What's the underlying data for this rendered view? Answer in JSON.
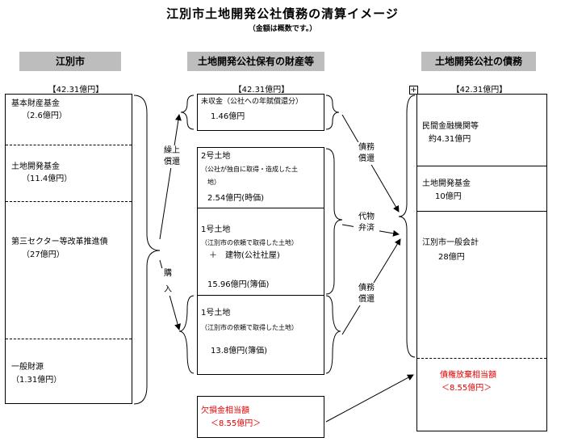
{
  "title": "江別市土地開発公社債務の清算イメージ",
  "subtitle": "（金額は概数です。）",
  "left": {
    "header": "江別市",
    "total": "【42.31億円】",
    "items": [
      {
        "name": "基本財産基金",
        "amount": "（2.6億円）"
      },
      {
        "name": "土地開発基金",
        "amount": "（11.4億円）"
      },
      {
        "name": "第三セクター等改革推進債",
        "amount": "（27億円）"
      },
      {
        "name": "一般財源",
        "amount": "（1.31億円）"
      }
    ]
  },
  "middle": {
    "header": "土地開発公社保有の財産等",
    "total": "【42.31億円】",
    "receivable": {
      "name": "未収金（公社への年賦償還分）",
      "amount": "1.46億円"
    },
    "land2": {
      "name": "2号土地",
      "desc1": "（公社が独自に取得・造成した土",
      "desc2": "地）",
      "amount": "2.54億円(時価)"
    },
    "land1a": {
      "name": "1号土地",
      "desc": "（江別市の依頼で取得した土地）",
      "plus": "＋　建物(公社社屋)",
      "amount": "15.96億円(簿価)"
    },
    "land1b": {
      "name": "1号土地",
      "desc": "（江別市の依頼で取得した土地）",
      "amount": "13.8億円(簿価)"
    },
    "deficit": {
      "name": "欠損金相当額",
      "amount": "＜8.55億円＞"
    }
  },
  "right": {
    "header": "土地開発公社の債務",
    "total": "【42.31億円】",
    "plus_icon": "+",
    "items": [
      {
        "name": "民間金融機関等",
        "amount": "約4.31億円"
      },
      {
        "name": "土地開発基金",
        "amount": "10億円"
      },
      {
        "name": "江別市一般会計",
        "amount": "28億円"
      }
    ],
    "waiver": {
      "name": "債権放棄相当額",
      "amount": "＜8.55億円＞"
    }
  },
  "arrows": {
    "early_repay": [
      "繰上",
      "償還"
    ],
    "purchase": [
      "購",
      "入"
    ],
    "debt_repay_top": [
      "債務",
      "償還"
    ],
    "substitute": [
      "代物",
      "弁済"
    ],
    "debt_repay_bottom": [
      "債務",
      "償還"
    ]
  },
  "colors": {
    "header_bg": "#bdbdbd",
    "red": "#e00000"
  }
}
